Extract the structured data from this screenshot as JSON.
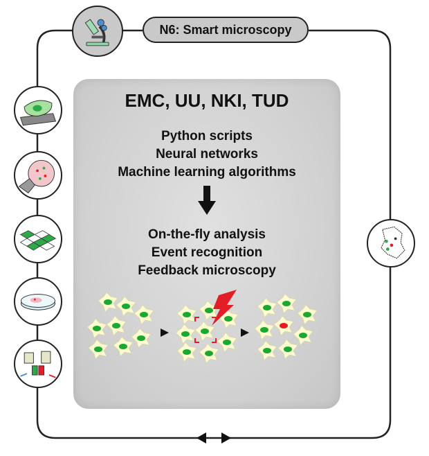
{
  "module": {
    "title": "N6: Smart microscopy"
  },
  "panel": {
    "institutions": "EMC, UU, NKI, TUD",
    "tools": [
      "Python scripts",
      "Neural networks",
      "Machine learning algorithms"
    ],
    "outputs": [
      "On-the-fly analysis",
      "Event recognition",
      "Feedback microscopy"
    ]
  },
  "icons": {
    "top": "microscope-icon",
    "left": [
      "cell-on-scaffold-icon",
      "organoid-cell-icon",
      "cell-tissue-grid-icon",
      "petri-dish-icon",
      "cell-culture-reagents-icon"
    ],
    "right": "netherlands-map-icon"
  },
  "colors": {
    "cell_green": "#1aa831",
    "cell_body": "#fffbd0",
    "event_red": "#e41e26",
    "panel_gray": "#d4d4d4",
    "pill_gray": "#c9c9c9"
  }
}
